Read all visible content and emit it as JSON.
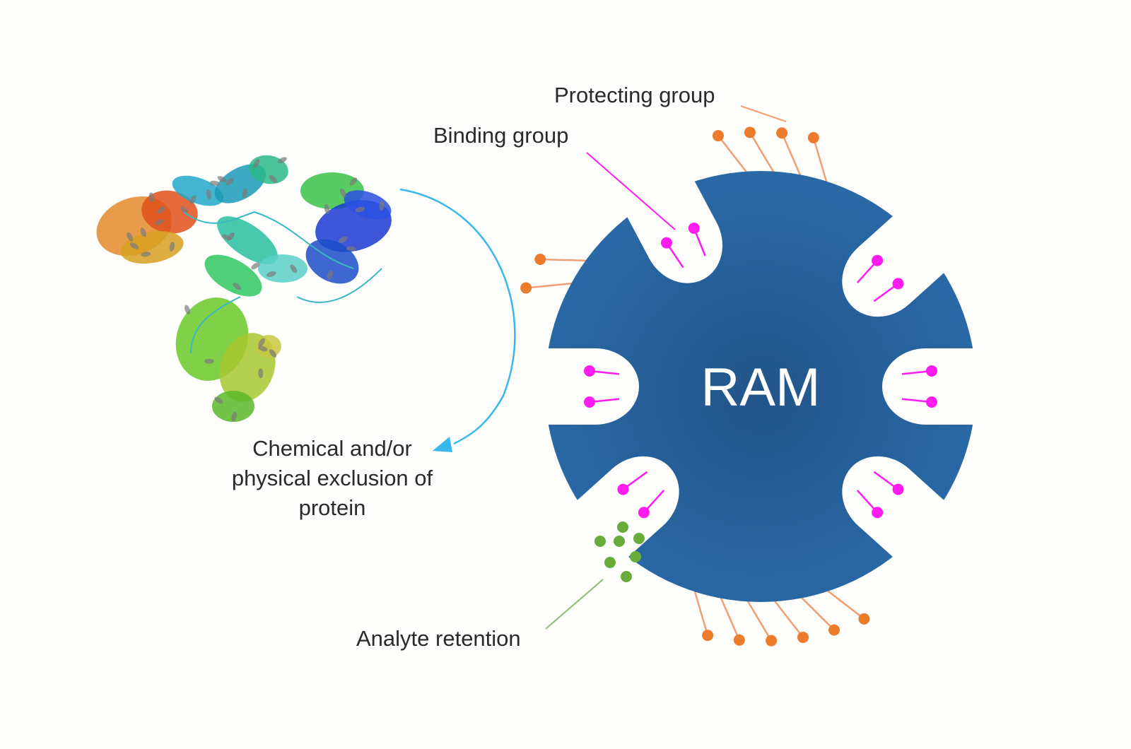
{
  "diagram": {
    "title": "Restricted access material (RAM) mechanism",
    "particle": {
      "label": "RAM",
      "color": "#2a6aa8",
      "center_color": "#22558a",
      "notch_count": 6
    },
    "labels": {
      "protecting_group": "Protecting group",
      "binding_group": "Binding group",
      "exclusion_line1": "Chemical and/or",
      "exclusion_line2": "physical exclusion of",
      "exclusion_line3": "protein",
      "analyte_retention": "Analyte retention"
    },
    "colors": {
      "protecting_group": "#ec7c2c",
      "protecting_stem": "#f0a070",
      "binding_group": "#ff1cf0",
      "analyte": "#6aac3c",
      "exclusion_arrow": "#38b8ec",
      "text": "#2a2a2a"
    },
    "icons": {
      "protein": "protein-ribbon-structure-icon",
      "arrow": "curved-arrow-icon"
    }
  }
}
